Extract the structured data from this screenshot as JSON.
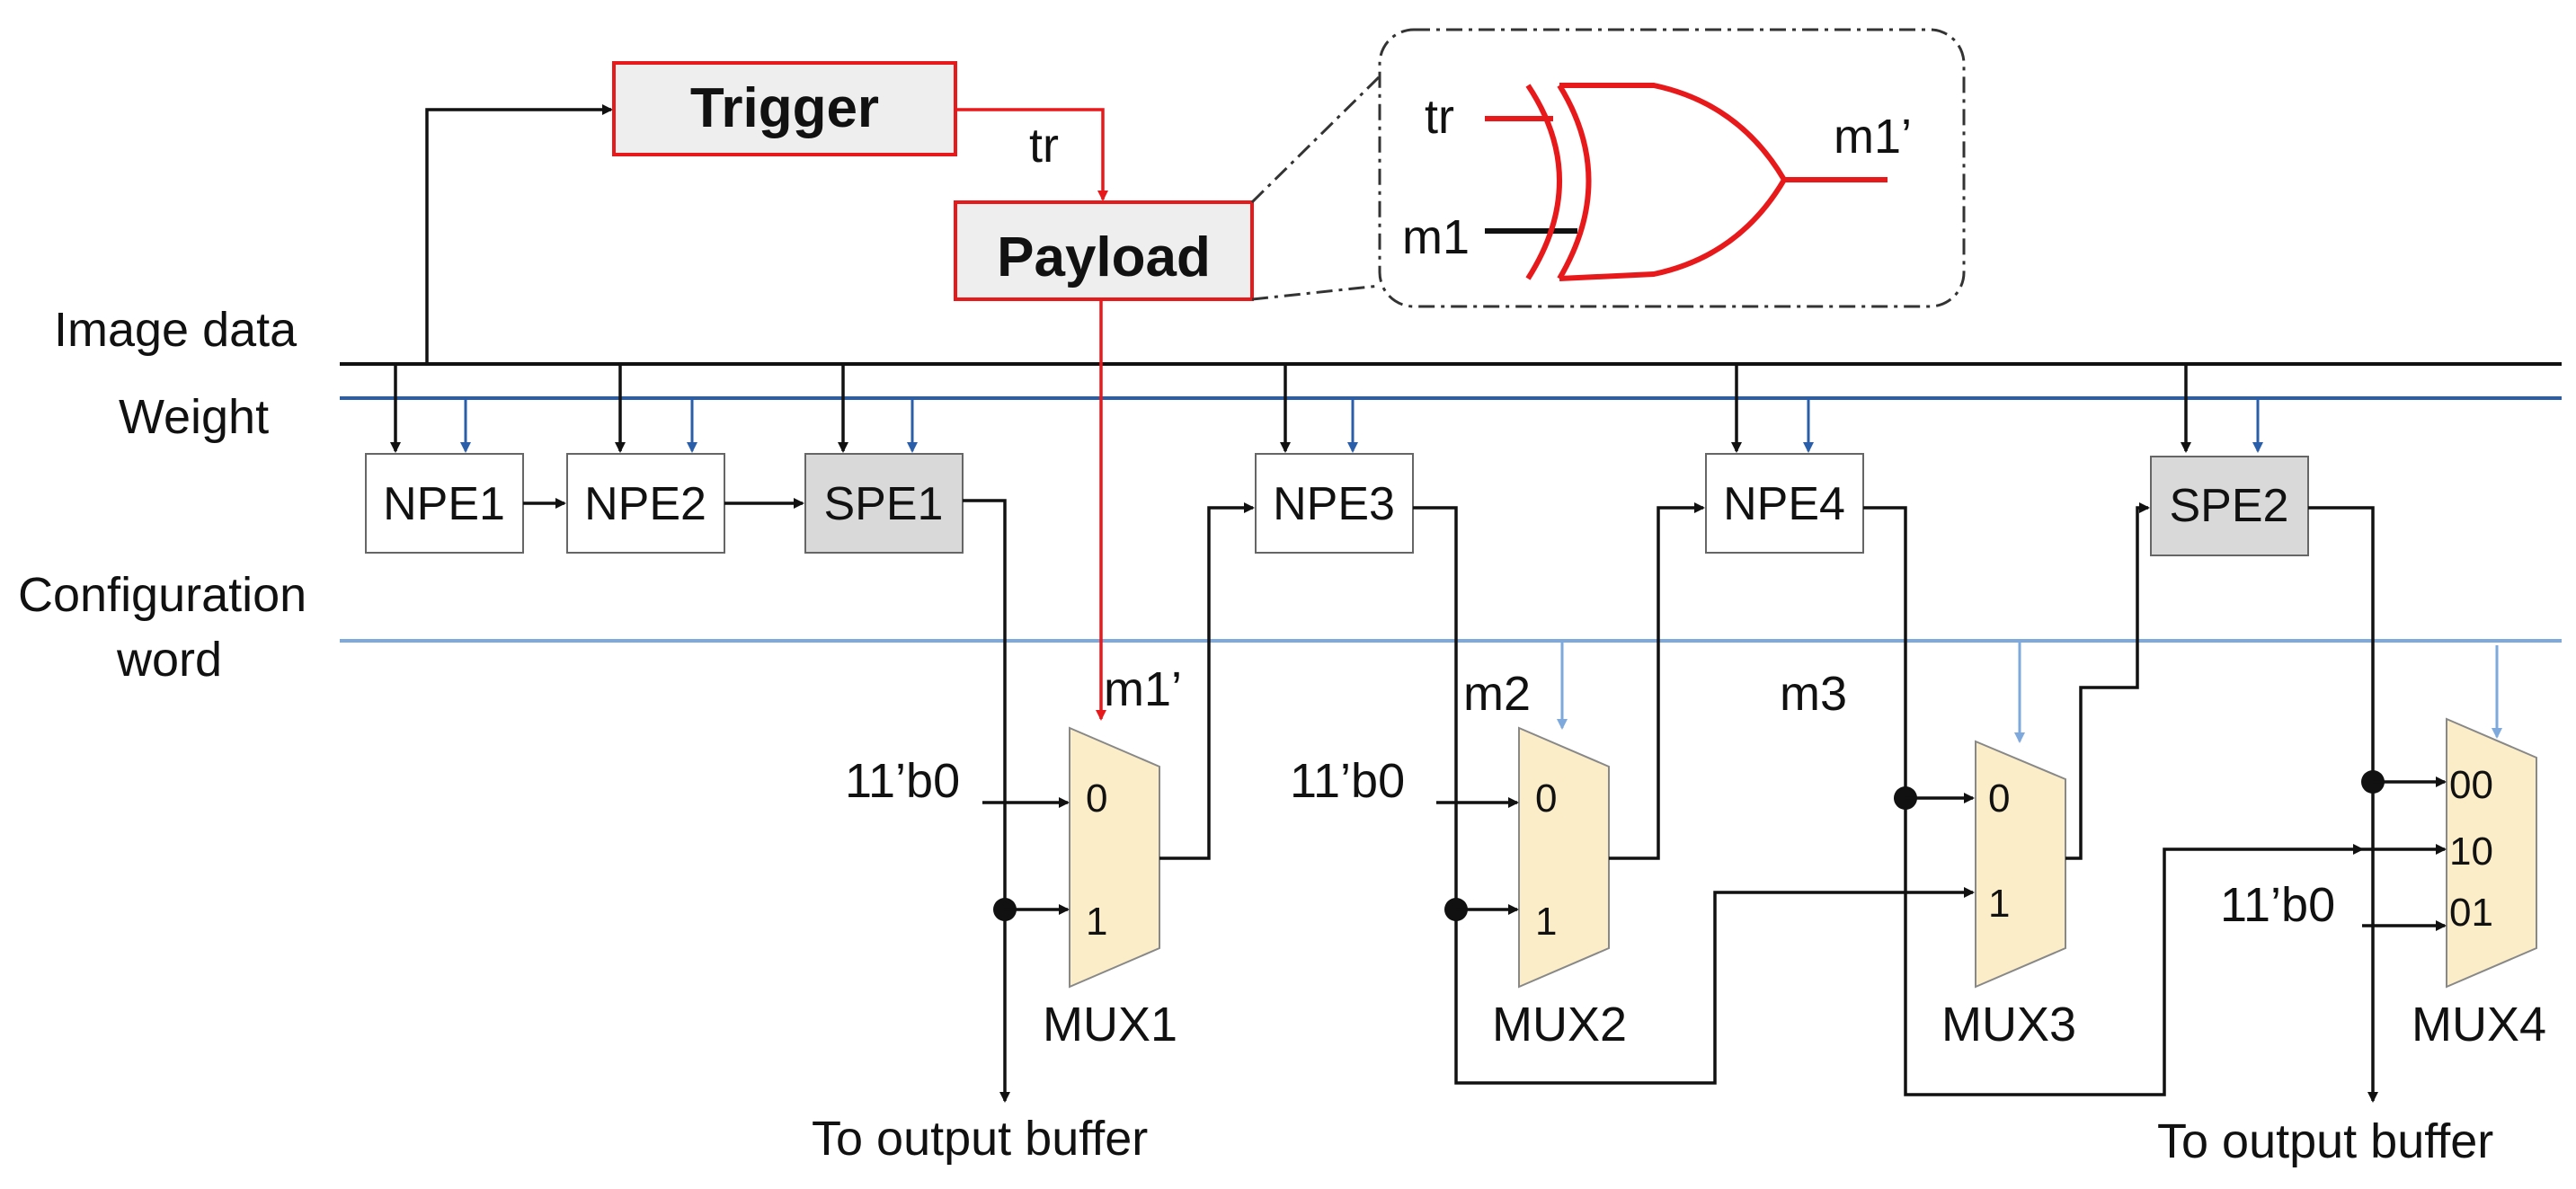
{
  "labels": {
    "image_data": "Image data",
    "weight": "Weight",
    "config_line1": "Configuration",
    "config_line2": "word",
    "trigger": "Trigger",
    "payload": "Payload",
    "tr": "tr",
    "m1_prime": "m1’",
    "m2": "m2",
    "m3": "m3",
    "const_zero": "11’b0",
    "output_buffer": "To output buffer"
  },
  "inset": {
    "in_tr": "tr",
    "in_m1": "m1",
    "out": "m1’"
  },
  "blocks": {
    "npe1": "NPE1",
    "npe2": "NPE2",
    "spe1": "SPE1",
    "npe3": "NPE3",
    "npe4": "NPE4",
    "spe2": "SPE2"
  },
  "muxes": {
    "mux1": {
      "name": "MUX1",
      "in0": "0",
      "in1": "1"
    },
    "mux2": {
      "name": "MUX2",
      "in0": "0",
      "in1": "1"
    },
    "mux3": {
      "name": "MUX3",
      "in0": "0",
      "in1": "1"
    },
    "mux4": {
      "name": "MUX4",
      "in0": "00",
      "in1": "10",
      "in2": "01"
    }
  },
  "colors": {
    "trojan": "#e8191b",
    "weight_bus": "#2a5ea8",
    "config_bus": "#7ea9dc",
    "mux_fill": "#fbedc8",
    "spe_fill": "#d9d9d9",
    "trojan_fill": "#eeeeee"
  }
}
